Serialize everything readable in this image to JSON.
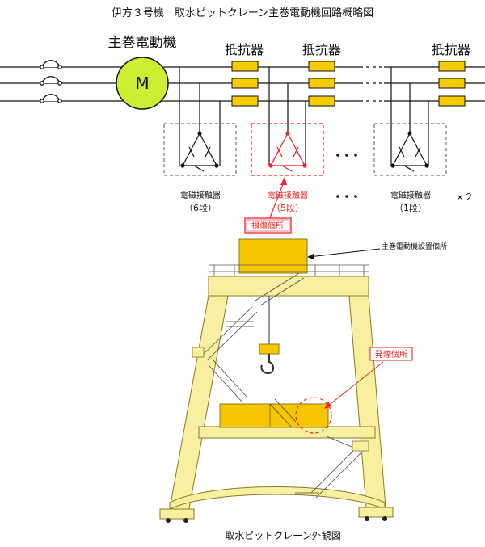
{
  "title": "伊方３号機　取水ピットクレーン主巻電動機回路概略図",
  "motor": {
    "heading": "主巻電動機",
    "symbol": "M"
  },
  "resistor_labels": [
    "抵抗器",
    "抵抗器",
    "抵抗器"
  ],
  "contactors": [
    {
      "name": "電磁接触器",
      "stage": "（6段）"
    },
    {
      "name": "電磁接触器",
      "stage": "（5段）"
    },
    {
      "name": "電磁接触器",
      "stage": "（1段）"
    }
  ],
  "multiplier": "×２",
  "damage_label": "損傷個所",
  "motor_location_label": "主巻電動機設置個所",
  "smoke_label": "発煙個所",
  "crane_caption": "取水ピットクレーン外観図",
  "colors": {
    "motor_fill": "#ccee33",
    "resistor_fill": "#f5cc00",
    "damage_red": "#ee2222",
    "crane_fill": "#f8f0a0",
    "crane_stroke": "#8a7a20",
    "machine_fill": "#f7c600"
  }
}
